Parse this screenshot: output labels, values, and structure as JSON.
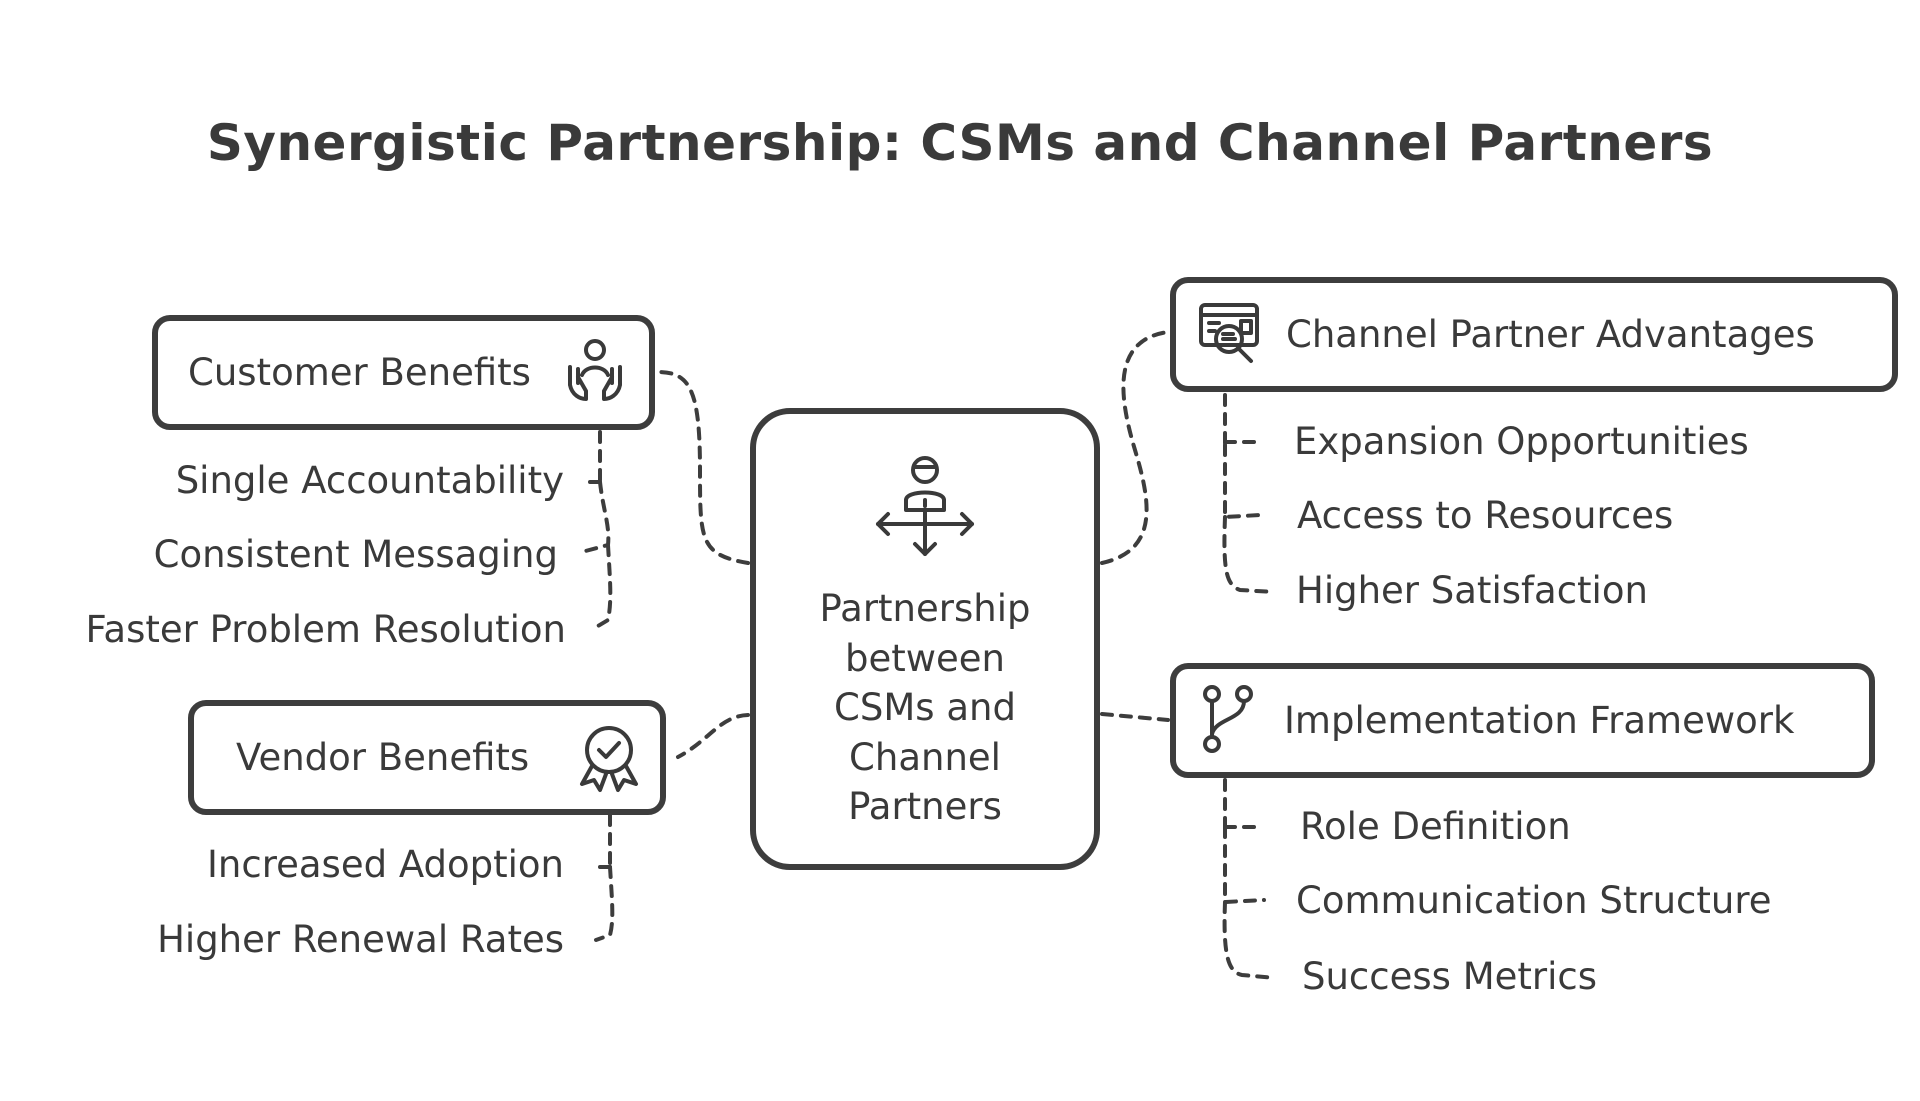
{
  "title": "Synergistic Partnership: CSMs and Channel Partners",
  "center": {
    "lines": [
      "Partnership",
      "between",
      "CSMs and",
      "Channel",
      "Partners"
    ],
    "icon": "person-arrows-icon"
  },
  "branches": {
    "customer_benefits": {
      "label": "Customer Benefits",
      "icon": "hands-person-icon",
      "items": [
        "Single Accountability",
        "Consistent Messaging",
        "Faster Problem Resolution"
      ]
    },
    "vendor_benefits": {
      "label": "Vendor Benefits",
      "icon": "award-badge-icon",
      "items": [
        "Increased Adoption",
        "Higher Renewal Rates"
      ]
    },
    "channel_partner_advantages": {
      "label": "Channel Partner Advantages",
      "icon": "document-magnifier-icon",
      "items": [
        "Expansion Opportunities",
        "Access to Resources",
        "Higher Satisfaction"
      ]
    },
    "implementation_framework": {
      "label": "Implementation Framework",
      "icon": "git-branch-icon",
      "items": [
        "Role Definition",
        "Communication Structure",
        "Success Metrics"
      ]
    }
  },
  "colors": {
    "ink": "#3a3a3a",
    "background": "#ffffff"
  }
}
